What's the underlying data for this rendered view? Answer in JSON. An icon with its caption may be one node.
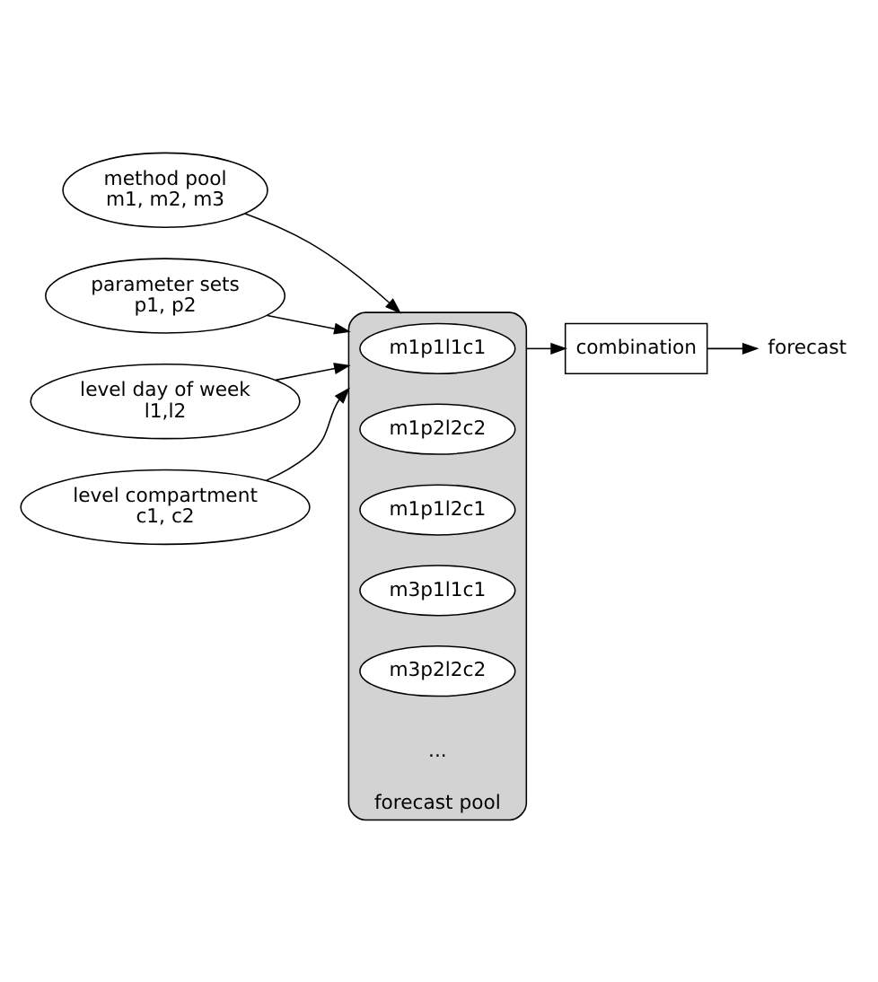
{
  "diagram": {
    "nodes": [
      {
        "text": [
          "method pool",
          "m1, m2, m3"
        ]
      },
      {
        "text": [
          "parameter sets",
          "p1, p2"
        ]
      },
      {
        "text": [
          "level day of week",
          "l1,l2"
        ]
      },
      {
        "text": [
          "level compartment",
          "c1, c2"
        ]
      },
      {
        "text": [
          "forecast pool"
        ]
      },
      {
        "text": [
          "m1p1l1c1"
        ],
        "in": 4
      },
      {
        "text": [
          "m1p2l2c2"
        ],
        "in": 4
      },
      {
        "text": [
          "m1p1l2c1"
        ],
        "in": 4
      },
      {
        "text": [
          "m3p1l1c1"
        ],
        "in": 4
      },
      {
        "text": [
          "m3p2l2c2"
        ],
        "in": 4
      },
      {
        "text": [
          "combination"
        ]
      },
      {
        "text": [
          "forecast"
        ]
      }
    ],
    "edges": [
      {
        "from": 0,
        "to": 4,
        "arrow": "to"
      },
      {
        "from": 1,
        "to": 4,
        "arrow": "to"
      },
      {
        "from": 2,
        "to": 4,
        "arrow": "to"
      },
      {
        "from": 3,
        "to": 4,
        "arrow": "to"
      },
      {
        "from": 4,
        "to": 10,
        "arrow": "to"
      },
      {
        "from": 10,
        "to": 11,
        "arrow": "to"
      }
    ],
    "labels": [
      "..."
    ]
  }
}
